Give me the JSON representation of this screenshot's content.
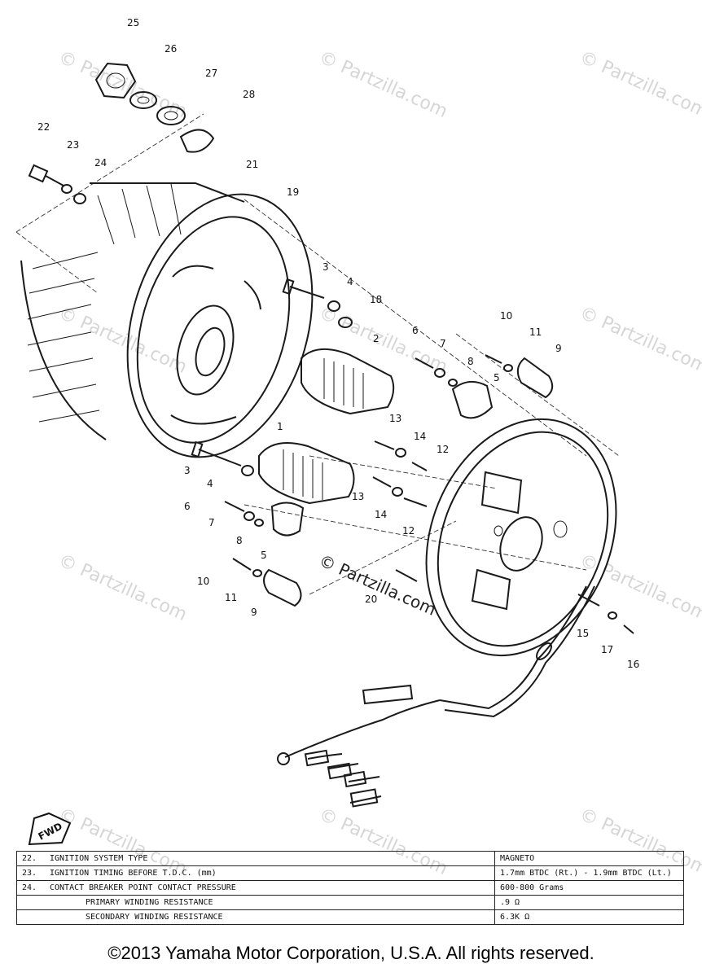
{
  "watermark": {
    "repeat_text": "© Partzilla.com",
    "center_text": "© Partzilla.com"
  },
  "callouts": [
    "25",
    "26",
    "27",
    "28",
    "22",
    "23",
    "24",
    "21",
    "19",
    "3",
    "4",
    "18",
    "2",
    "6",
    "7",
    "8",
    "10",
    "11",
    "9",
    "5",
    "1",
    "13",
    "14",
    "12",
    "3",
    "4",
    "6",
    "7",
    "8",
    "5",
    "13",
    "14",
    "12",
    "10",
    "11",
    "9",
    "20",
    "15",
    "17",
    "16"
  ],
  "fwd_label": "FWD",
  "spec_table": [
    {
      "num": "22.",
      "label": "IGNITION SYSTEM TYPE",
      "value": "MAGNETO"
    },
    {
      "num": "23.",
      "label": "IGNITION TIMING BEFORE T.D.C. (mm)",
      "value": "1.7mm BTDC (Rt.) - 1.9mm BTDC (Lt.)"
    },
    {
      "num": "24.",
      "label": "CONTACT BREAKER POINT CONTACT PRESSURE",
      "value": "600-800 Grams"
    },
    {
      "num": "",
      "label": "PRIMARY WINDING RESISTANCE",
      "value": ".9 Ω"
    },
    {
      "num": "",
      "label": "SECONDARY WINDING RESISTANCE",
      "value": "6.3K Ω"
    }
  ],
  "copyright": "©2013 Yamaha Motor Corporation, U.S.A. All rights reserved."
}
